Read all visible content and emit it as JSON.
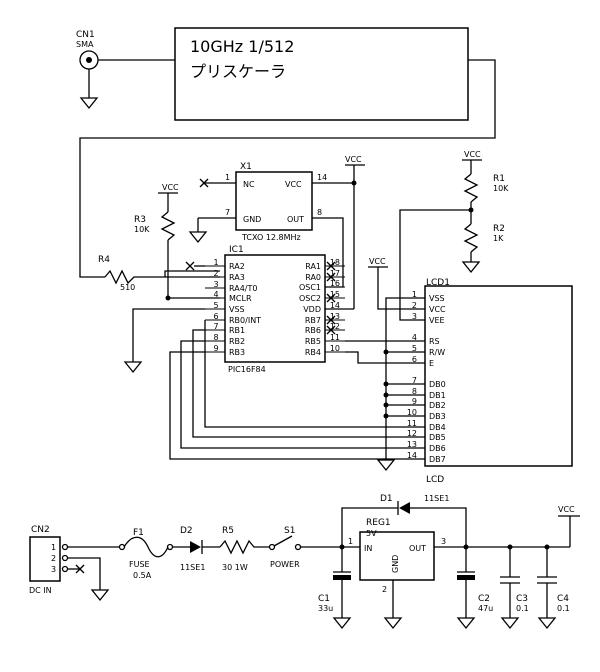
{
  "cn1": {
    "ref": "CN1",
    "type": "SMA"
  },
  "prescaler": {
    "line1": "10GHz 1/512",
    "line2": "プリスケーラ"
  },
  "vcc_label": "VCC",
  "x1": {
    "ref": "X1",
    "desc": "TCXO 12.8MHz",
    "pins": [
      "NC",
      "VCC",
      "GND",
      "OUT"
    ],
    "pin_numbers": [
      "1",
      "14",
      "7",
      "8"
    ]
  },
  "r1": {
    "ref": "R1",
    "value": "10K"
  },
  "r2": {
    "ref": "R2",
    "value": "1K"
  },
  "r3": {
    "ref": "R3",
    "value": "10K"
  },
  "r4": {
    "ref": "R4",
    "value": "510"
  },
  "r5": {
    "ref": "R5",
    "value": "30 1W"
  },
  "ic1": {
    "ref": "IC1",
    "part": "PIC16F84",
    "left_pins": [
      {
        "num": "1",
        "name": "RA2"
      },
      {
        "num": "2",
        "name": "RA3"
      },
      {
        "num": "3",
        "name": "RA4/T0"
      },
      {
        "num": "4",
        "name": "MCLR"
      },
      {
        "num": "5",
        "name": "VSS"
      },
      {
        "num": "6",
        "name": "RB0/INT"
      },
      {
        "num": "7",
        "name": "RB1"
      },
      {
        "num": "8",
        "name": "RB2"
      },
      {
        "num": "9",
        "name": "RB3"
      }
    ],
    "right_pins": [
      {
        "num": "18",
        "name": "RA1"
      },
      {
        "num": "17",
        "name": "RA0"
      },
      {
        "num": "16",
        "name": "OSC1"
      },
      {
        "num": "15",
        "name": "OSC2"
      },
      {
        "num": "14",
        "name": "VDD"
      },
      {
        "num": "13",
        "name": "RB7"
      },
      {
        "num": "12",
        "name": "RB6"
      },
      {
        "num": "11",
        "name": "RB5"
      },
      {
        "num": "10",
        "name": "RB4"
      }
    ]
  },
  "lcd": {
    "ref": "LCD1",
    "label": "LCD",
    "pins": [
      {
        "num": "1",
        "name": "VSS"
      },
      {
        "num": "2",
        "name": "VCC"
      },
      {
        "num": "3",
        "name": "VEE"
      },
      {
        "num": "4",
        "name": "RS"
      },
      {
        "num": "5",
        "name": "R/W"
      },
      {
        "num": "6",
        "name": "E"
      },
      {
        "num": "7",
        "name": "DB0"
      },
      {
        "num": "8",
        "name": "DB1"
      },
      {
        "num": "9",
        "name": "DB2"
      },
      {
        "num": "10",
        "name": "DB3"
      },
      {
        "num": "11",
        "name": "DB4"
      },
      {
        "num": "12",
        "name": "DB5"
      },
      {
        "num": "13",
        "name": "DB6"
      },
      {
        "num": "14",
        "name": "DB7"
      }
    ]
  },
  "cn2": {
    "ref": "CN2",
    "label": "DC IN",
    "pins": [
      "1",
      "2",
      "3"
    ]
  },
  "f1": {
    "ref": "F1",
    "label": "FUSE",
    "value": "0.5A"
  },
  "d2": {
    "ref": "D2",
    "value": "11SE1"
  },
  "d1": {
    "ref": "D1",
    "value": "11SE1"
  },
  "s1": {
    "ref": "S1",
    "label": "POWER"
  },
  "reg1": {
    "ref": "REG1",
    "value": "5V",
    "in": "IN",
    "out": "OUT",
    "gnd": "GND",
    "pin_in": "1",
    "pin_out": "3",
    "pin_gnd": "2"
  },
  "c1": {
    "ref": "C1",
    "value": "33u"
  },
  "c2": {
    "ref": "C2",
    "value": "47u"
  },
  "c3": {
    "ref": "C3",
    "value": "0.1"
  },
  "c4": {
    "ref": "C4",
    "value": "0.1"
  }
}
